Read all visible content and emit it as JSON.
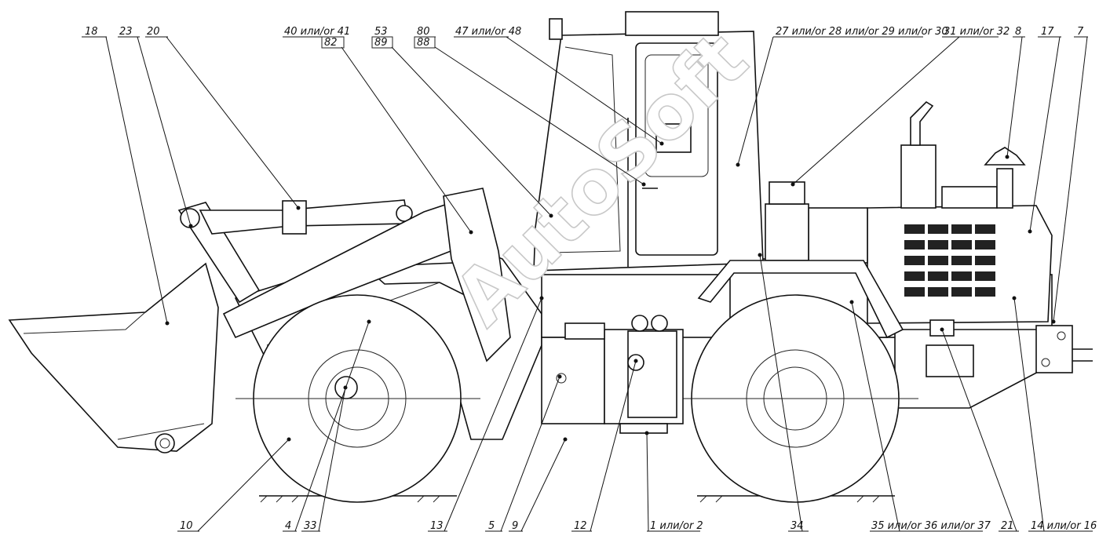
{
  "watermark": "AutoSoft",
  "callouts": {
    "c18": "18",
    "c23": "23",
    "c20": "20",
    "c40_41": "40 или/or 41",
    "c82": "82",
    "c53": "53",
    "c89": "89",
    "c80": "80",
    "c88": "88",
    "c47_48": "47 или/or 48",
    "c27_30": "27 или/or 28 или/or 29 или/or 30",
    "c31_32": "31 или/or 32",
    "c8": "8",
    "c17": "17",
    "c7": "7",
    "c10": "10",
    "c4": "4",
    "c33": "33",
    "c13": "13",
    "c5": "5",
    "c9": "9",
    "c12": "12",
    "c1_2": "1 или/or 2",
    "c34": "34",
    "c35_37": "35 или/or 36 или/or 37",
    "c21": "21",
    "c14_16": "14 или/or 16"
  }
}
